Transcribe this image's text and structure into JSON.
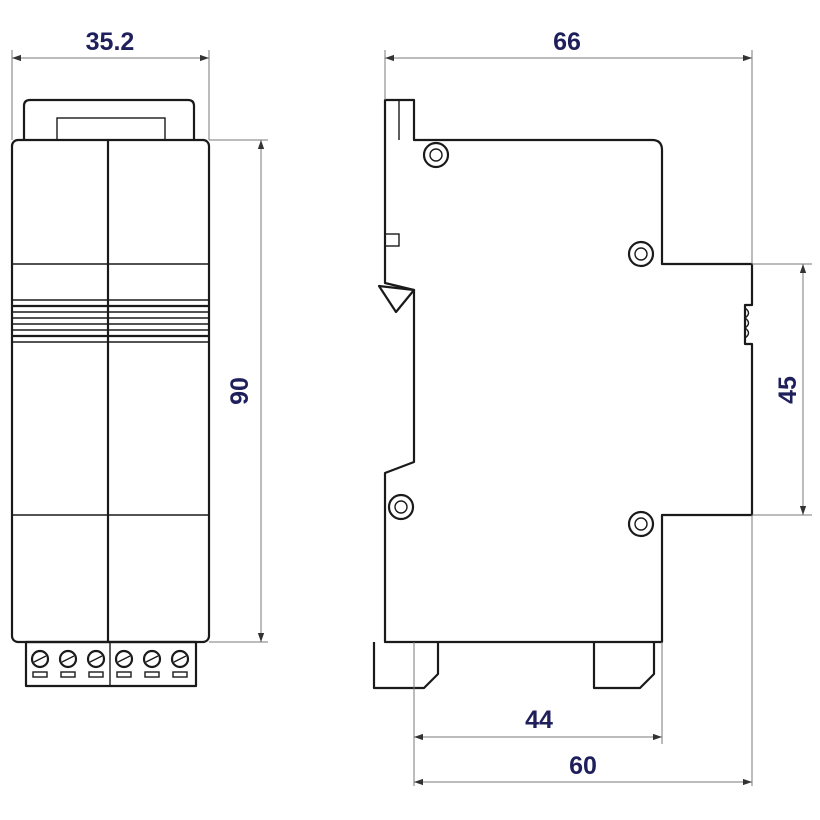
{
  "dimensions": {
    "front_width": "35.2",
    "front_height": "90",
    "side_width": "66",
    "side_step_height": "45",
    "side_depth_inner": "44",
    "side_depth_total": "60"
  },
  "colors": {
    "dimension_text": "#1f1f5c",
    "outline": "#1a1a1a",
    "dimension_line": "#7a7a7a"
  }
}
